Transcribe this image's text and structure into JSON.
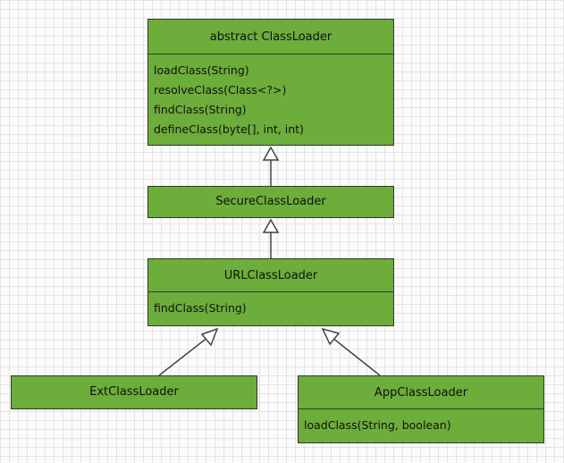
{
  "classes": {
    "abstract_classloader": {
      "name": "abstract ClassLoader",
      "methods": [
        "loadClass(String)",
        "resolveClass(Class<?>)",
        "findClass(String)",
        "defineClass(byte[], int, int)"
      ]
    },
    "secure_classloader": {
      "name": "SecureClassLoader"
    },
    "url_classloader": {
      "name": "URLClassLoader",
      "methods": [
        "findClass(String)"
      ]
    },
    "ext_classloader": {
      "name": "ExtClassLoader"
    },
    "app_classloader": {
      "name": "AppClassLoader",
      "methods": [
        "loadClass(String, boolean)"
      ]
    }
  },
  "relationships": [
    {
      "type": "generalization",
      "from": "secure_classloader",
      "to": "abstract_classloader"
    },
    {
      "type": "generalization",
      "from": "url_classloader",
      "to": "secure_classloader"
    },
    {
      "type": "generalization",
      "from": "ext_classloader",
      "to": "url_classloader"
    },
    {
      "type": "generalization",
      "from": "app_classloader",
      "to": "url_classloader"
    }
  ],
  "colors": {
    "class_fill": "#6cad3b",
    "border": "#2f3a29",
    "line": "#444444",
    "grid": "#e3e3e3"
  }
}
